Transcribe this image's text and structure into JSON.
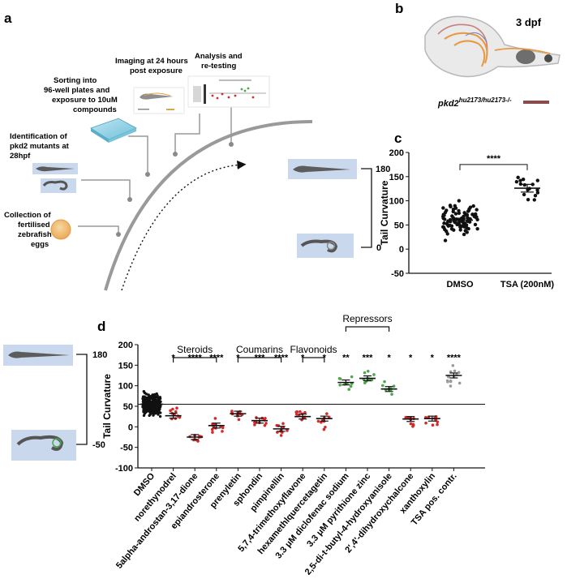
{
  "panel_a": {
    "letter": "a",
    "steps": [
      [
        "Collection of",
        "fertilised",
        "zebrafish",
        "eggs"
      ],
      [
        "Identification of",
        "pkd2 mutants at",
        "28hpf"
      ],
      [
        "Sorting into",
        "96-well plates and",
        "exposure to 10uM",
        "compounds"
      ],
      [
        "Imaging at 24 hours",
        "post exposure"
      ],
      [
        "Analysis and",
        "re-testing"
      ]
    ],
    "scale_max": "180",
    "scale_min": "0"
  },
  "panel_b": {
    "letter": "b",
    "stage": "3 dpf",
    "genotype": "pkd2",
    "genotype_sup": "hu2173/hu2173-/-"
  },
  "panel_d_scale": {
    "max": "180",
    "min": "-50"
  },
  "colors": {
    "control": "#111111",
    "hit": "#d42a2a",
    "repressor": "#4aa84a",
    "positive": "#9a9a9a"
  },
  "chart_data": [
    {
      "type": "scatter",
      "panel": "c",
      "ylabel": "Tail Curvature",
      "ylim": [
        -50,
        200
      ],
      "yticks": [
        -50,
        0,
        50,
        100,
        150,
        200
      ],
      "categories": [
        "DMSO",
        "TSA (200nM)"
      ],
      "series": [
        {
          "values": [
            60,
            126
          ]
        }
      ],
      "significance": [
        {
          "between": [
            "DMSO",
            "TSA (200nM)"
          ],
          "label": "****"
        }
      ]
    },
    {
      "type": "scatter",
      "panel": "d",
      "ylabel": "Tail Curvature",
      "ylim": [
        -100,
        200
      ],
      "yticks": [
        -100,
        -50,
        0,
        50,
        100,
        150,
        200
      ],
      "reference_line": 55,
      "categories": [
        "DMSO",
        "norethynodrel",
        "5alpha-androstan-3,17-dione",
        "epiandrosterone",
        "prenyletin",
        "sphondin",
        "pimpinellin",
        "5,7,4-trimethoxyflavone",
        "hexamethlquercetagetin",
        "3.3 μM diclofenac sodium",
        "3.3 μM pyrithione zinc",
        "2,5-di-t-butyl-4-hydroxyanisole",
        "2',4'-dihydroxychalcone",
        "xanthoxylin",
        "TSA pos. contr."
      ],
      "series": [
        {
          "values": [
            55,
            27,
            -25,
            3,
            32,
            15,
            -5,
            25,
            20,
            108,
            118,
            92,
            19,
            20,
            125
          ]
        }
      ],
      "significance": [
        "",
        "*",
        "****",
        "****",
        "*",
        "***",
        "****",
        "*",
        "*",
        "**",
        "***",
        "*",
        "*",
        "*",
        "****"
      ],
      "groups": [
        {
          "label": "Steroids",
          "from": 1,
          "to": 3
        },
        {
          "label": "Coumarins",
          "from": 4,
          "to": 6
        },
        {
          "label": "Flavonoids",
          "from": 7,
          "to": 8
        },
        {
          "label": "Repressors",
          "from": 9,
          "to": 11
        }
      ]
    }
  ]
}
